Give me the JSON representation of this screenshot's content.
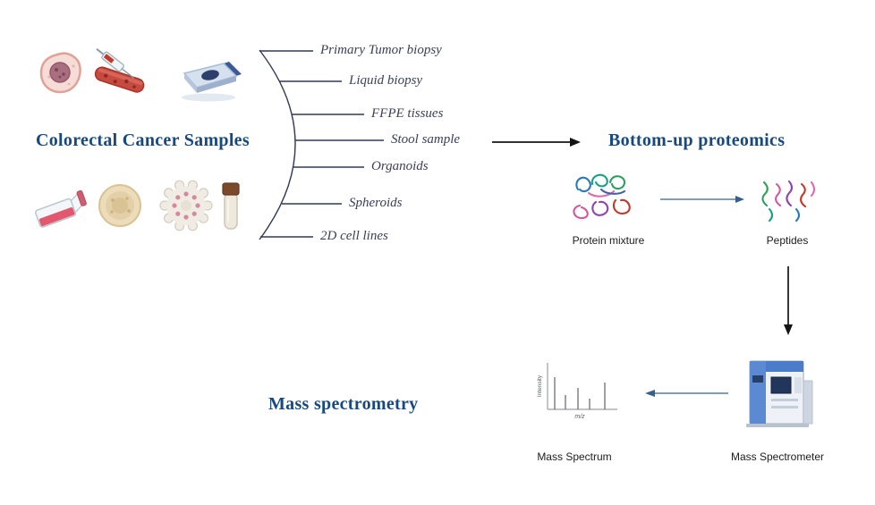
{
  "titles": {
    "samples": "Colorectal Cancer Samples",
    "proteomics": "Bottom-up proteomics",
    "mass_spectrometry": "Mass spectrometry"
  },
  "sample_types": [
    {
      "label": "Primary Tumor biopsy"
    },
    {
      "label": "Liquid biopsy"
    },
    {
      "label": "FFPE tissues"
    },
    {
      "label": "Stool sample"
    },
    {
      "label": "Organoids"
    },
    {
      "label": "Spheroids"
    },
    {
      "label": "2D cell lines"
    }
  ],
  "captions": {
    "protein_mixture": "Protein mixture",
    "peptides": "Peptides",
    "mass_spectrum": "Mass Spectrum",
    "mass_spectrometer": "Mass Spectrometer"
  },
  "spectrum_chart": {
    "type": "bar",
    "title": "Mass Spectrum",
    "xlabel": "m/z",
    "ylabel": "Intensity",
    "peaks": [
      {
        "x": 24,
        "h": 36
      },
      {
        "x": 36,
        "h": 16
      },
      {
        "x": 50,
        "h": 24
      },
      {
        "x": 63,
        "h": 12
      },
      {
        "x": 80,
        "h": 30
      }
    ]
  },
  "icons": {
    "sample_icons": [
      "cancer-cell",
      "blood-sample-with-syringe",
      "ffpe-tissue-cassette",
      "cell-culture-flask",
      "organoid",
      "spheroid",
      "sample-vial"
    ],
    "proteomics_icons": [
      "protein-mixture-tangle",
      "peptide-strands"
    ],
    "instrument_icon": "mass-spectrometer"
  },
  "colors": {
    "title": "#17497f",
    "sample_label": "#3a4156",
    "brace": "#2e3a55",
    "arrow_black": "#141414",
    "arrow_blue": "#35608c"
  }
}
